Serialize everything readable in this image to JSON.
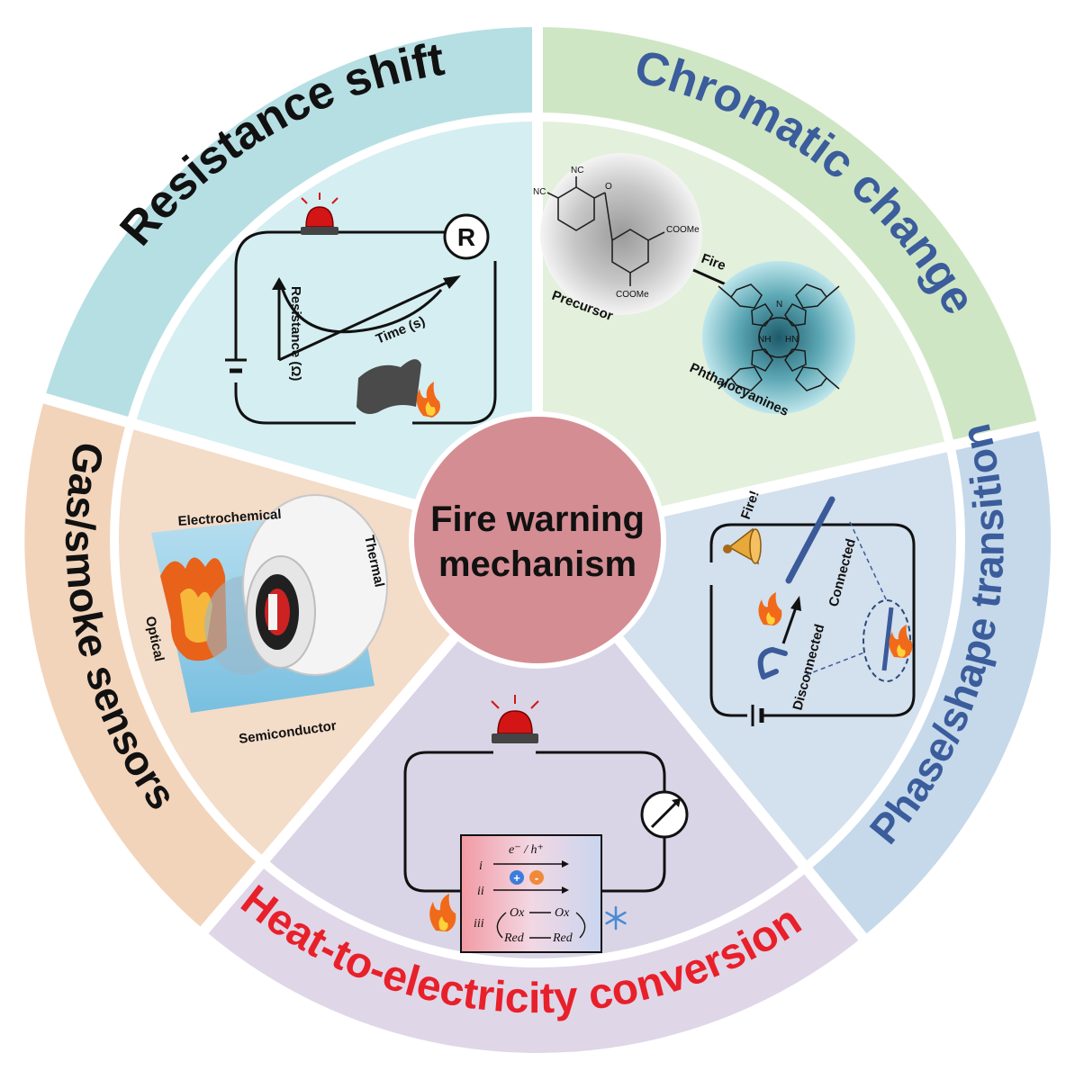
{
  "center": {
    "line1": "Fire warning",
    "line2": "mechanism"
  },
  "sections": {
    "resistance": {
      "title": "Resistance shift",
      "r_symbol": "R",
      "ylabel": "Resistance (Ω)",
      "xlabel": "Time (s)"
    },
    "chromatic": {
      "title": "Chromatic change",
      "nc1": "NC",
      "nc2": "NC",
      "o": "O",
      "coome1": "COOMe",
      "coome2": "COOMe",
      "precursor": "Precursor",
      "fire": "Fire",
      "n_atom": "N",
      "nh_atom": "NH",
      "hn_atom": "HN",
      "product": "Phthalocyanines"
    },
    "phase": {
      "title": "Phase/shape transition",
      "fire_alert": "Fire!",
      "connected": "Connected",
      "disconnected": "Disconnected"
    },
    "heat": {
      "title": "Heat-to-electricity conversion",
      "carrier": "e⁻ / h⁺",
      "row_i": "i",
      "row_ii": "ii",
      "row_iii": "iii",
      "plus": "+",
      "minus": "-",
      "ox1": "Ox",
      "ox2": "Ox",
      "red1": "Red",
      "red2": "Red"
    },
    "gas": {
      "title": "Gas/smoke sensors",
      "electrochemical": "Electrochemical",
      "thermal": "Thermal",
      "optical": "Optical",
      "semiconductor": "Semiconductor"
    }
  },
  "colors": {
    "resistance_outer": "#b6dfe3",
    "resistance_inner": "#d5eef1",
    "chromatic_outer": "#cfe6c4",
    "chromatic_inner": "#e3f0dc",
    "phase_outer": "#c5d9ea",
    "phase_inner": "#d3e0ed",
    "heat_outer": "#dfd6e8",
    "heat_inner": "#d9d5e6",
    "gas_outer": "#f2d4bb",
    "gas_inner": "#f3dcc8",
    "center": "#d48d93",
    "title_dark": "#111111",
    "title_blue": "#3b5d9c",
    "title_red": "#e8202a"
  }
}
